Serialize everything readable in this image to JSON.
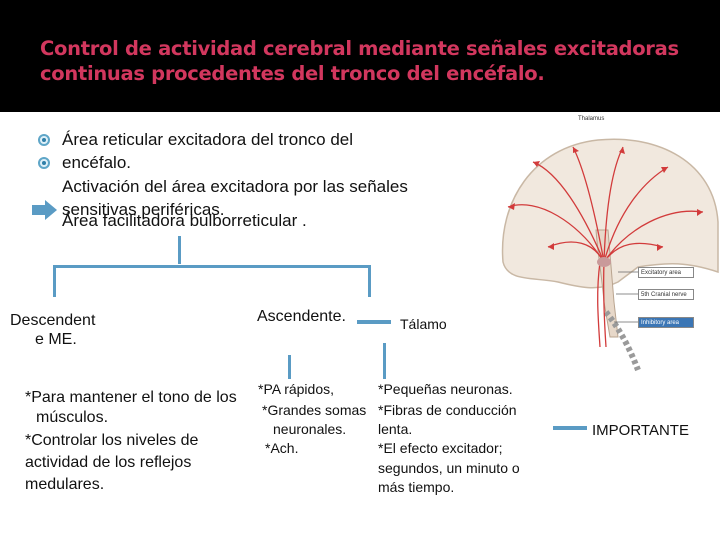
{
  "slide": {
    "title_line1": "Control de actividad cerebral mediante señales excitadoras",
    "title_line2": "continuas procedentes del tronco del encéfalo.",
    "bullets": {
      "b1_line1": "Área reticular excitadora del tronco del",
      "b1_line2": "encéfalo.",
      "b2_line1": "Activación del área excitadora por las señales",
      "b2_line2": "sensitivas periféricas.",
      "b3": "Área facilitadora bulborreticular ."
    },
    "tree": {
      "descendente_line1": "Descendent",
      "descendente_line2": "e ME.",
      "ascendente": "Ascendente.",
      "talamo": "Tálamo",
      "important": "IMPORTANTE"
    },
    "left_notes": {
      "l1": "*Para mantener el tono de los",
      "l2": "músculos.",
      "l3": "*Controlar los niveles de",
      "l4": "actividad de los reflejos",
      "l5": "medulares."
    },
    "mid_notes": {
      "m1": "*PA rápidos,",
      "m2": "*Grandes somas",
      "m3": "neuronales.",
      "m4": "*Ach."
    },
    "right_notes": {
      "r1": "*Pequeñas neuronas.",
      "r2": "*Fibras de conducción",
      "r3": "lenta.",
      "r4": "*El efecto excitador;",
      "r5": "segundos, un minuto o",
      "r6": "más tiempo."
    },
    "figure": {
      "thalamus": "Thalamus",
      "excitatory": "Excitatory area",
      "cranial": "5th Cranial nerve",
      "inhibitory": "Inhibitory area"
    }
  },
  "colors": {
    "title": "#d2375e",
    "accent": "#5a9bc4",
    "header_bg": "#000000"
  }
}
